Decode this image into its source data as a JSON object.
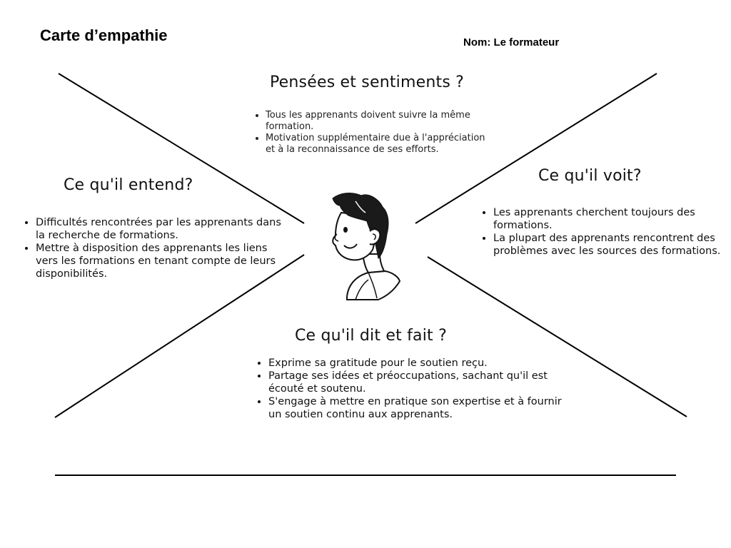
{
  "header": {
    "title": "Carte d’empathie",
    "name_label": "Nom: Le formateur"
  },
  "quadrants": {
    "thinks_feels": {
      "title": "Pensées et sentiments ?",
      "items": [
        "Tous les apprenants doivent suivre la même formation.",
        " Motivation supplémentaire due à l'appréciation et à la reconnaissance de ses efforts."
      ]
    },
    "hears": {
      "title": "Ce qu'il entend?",
      "items": [
        "Difficultés rencontrées par les apprenants dans la recherche de formations.",
        "Mettre à disposition des apprenants les liens vers les formations en tenant compte de leurs disponibilités."
      ]
    },
    "sees": {
      "title": "Ce qu'il voit?",
      "items": [
        "Les apprenants cherchent toujours des formations.",
        "La plupart des apprenants rencontrent des problèmes avec les sources des formations."
      ]
    },
    "says_does": {
      "title": "Ce qu'il dit et fait ?",
      "items": [
        " Exprime sa gratitude pour le soutien reçu.",
        " Partage ses idées et préoccupations, sachant qu'il est écouté et soutenu.",
        "S'engage à mettre en pratique son expertise et à fournir un soutien continu aux apprenants."
      ]
    }
  },
  "colors": {
    "line": "#000000",
    "text": "#111111",
    "hair": "#1a1a1a"
  },
  "icons": {
    "center": "person-avatar-icon"
  }
}
